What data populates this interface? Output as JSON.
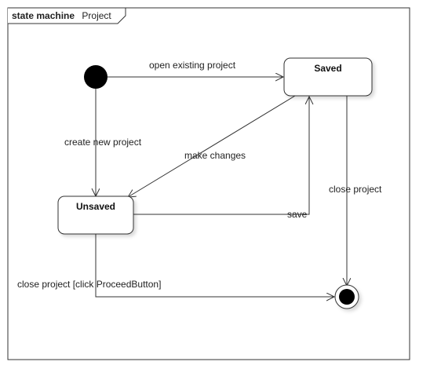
{
  "frame": {
    "kind": "state machine",
    "name": "Project"
  },
  "states": {
    "saved": "Saved",
    "unsaved": "Unsaved"
  },
  "transitions": {
    "open_existing": "open existing project",
    "create_new": "create new project",
    "make_changes": "make changes",
    "save": "save",
    "close_saved": "close project",
    "close_unsaved": "close project [click ProceedButton]"
  }
}
